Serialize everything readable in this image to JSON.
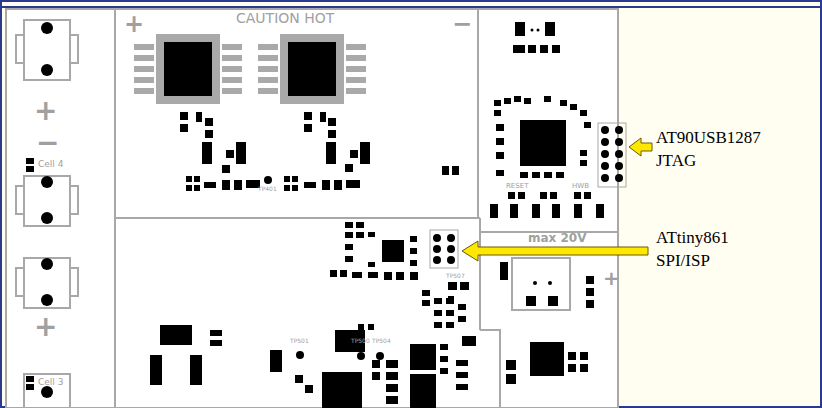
{
  "diagram": {
    "labels": [
      "+",
      "CAUTION HOT",
      "−",
      "+",
      "Cell 4",
      "−",
      "TP401",
      "RESET",
      "HWB",
      "max 20V",
      "+",
      "+",
      "TP501",
      "TP500",
      "TP504",
      "TP507",
      "Cell 3",
      "AT90USB1287 JTAG",
      "ATtiny861 SPI/ISP"
    ]
  }
}
